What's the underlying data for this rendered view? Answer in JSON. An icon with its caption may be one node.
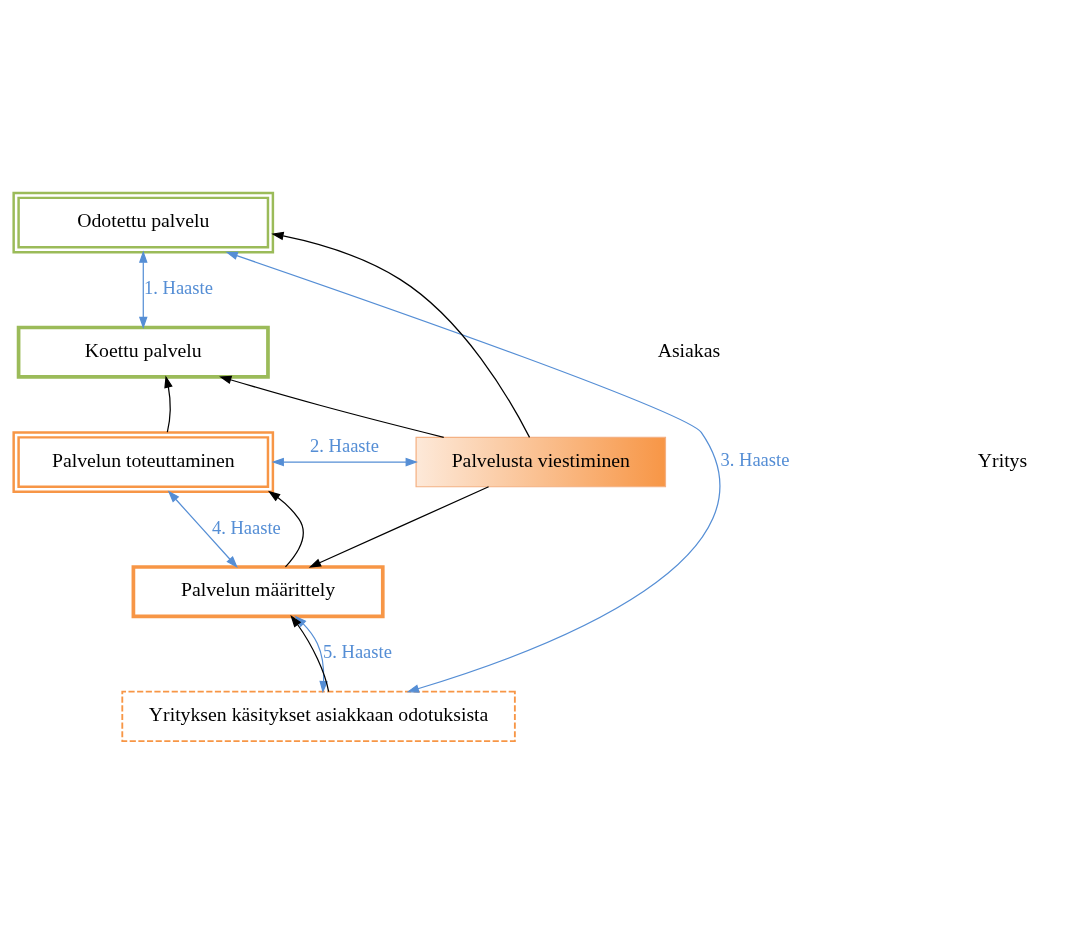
{
  "diagram": {
    "nodes": [
      {
        "text": [
          "Odotettu palvelu"
        ]
      },
      {
        "text": [
          "Koettu palvelu"
        ]
      },
      {
        "text": [
          "Palvelun toteuttaminen"
        ]
      },
      {
        "text": [
          "Palvelun määrittely"
        ]
      },
      {
        "text": [
          "Yrityksen käsitykset asiakkaan odotuksista"
        ]
      },
      {
        "text": [
          "Palvelusta viestiminen"
        ]
      }
    ],
    "edges": [
      {
        "from": 0,
        "to": 1,
        "arrow": "both",
        "label": "1. Haaste",
        "color": "#558ed5"
      },
      {
        "from": 2,
        "to": 1,
        "arrow": "to"
      },
      {
        "from": 5,
        "to": 0,
        "arrow": "to"
      },
      {
        "from": 5,
        "to": 1,
        "arrow": "to"
      },
      {
        "from": 5,
        "to": 3,
        "arrow": "to"
      },
      {
        "from": 2,
        "to": 5,
        "arrow": "both",
        "label": "2. Haaste",
        "color": "#558ed5"
      },
      {
        "from": 4,
        "to": 0,
        "arrow": "both",
        "label": "3. Haaste",
        "color": "#558ed5"
      },
      {
        "from": 2,
        "to": 3,
        "arrow": "both",
        "label": "4. Haaste",
        "color": "#558ed5"
      },
      {
        "from": 3,
        "to": 2,
        "arrow": "to"
      },
      {
        "from": 3,
        "to": 4,
        "arrow": "both",
        "label": "5. Haaste",
        "color": "#558ed5"
      },
      {
        "from": 4,
        "to": 3,
        "arrow": "to"
      }
    ],
    "labels": [
      "Asiakas",
      "Yritys"
    ]
  }
}
